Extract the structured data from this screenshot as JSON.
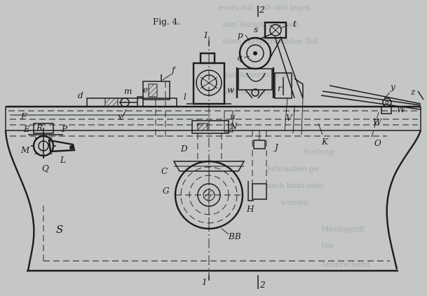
{
  "figure": {
    "caption": "Fig. 4.",
    "section_marks": [
      "1",
      "2"
    ],
    "labels": {
      "s": "s",
      "t": "t",
      "p": "p",
      "q": "q",
      "w": "w",
      "r": "r",
      "f": "f",
      "l": "l",
      "d": "d",
      "m": "m",
      "e": "e",
      "x": "x",
      "F": "F",
      "E": "E",
      "R": "R",
      "P": "P",
      "M": "M",
      "Q": "Q",
      "L": "L",
      "u": "u",
      "N": "N",
      "D": "D",
      "J": "J",
      "V": "V",
      "K": "K",
      "y": "y",
      "z": "z",
      "W1": "W",
      "W": "W",
      "O": "O",
      "C": "C",
      "G": "G",
      "H": "H",
      "BB1": "BB",
      "S": "S"
    }
  },
  "colors": {
    "paper": "#c4c7c4",
    "ink": "#1c1c1c",
    "bleed": "#8e928f"
  }
}
